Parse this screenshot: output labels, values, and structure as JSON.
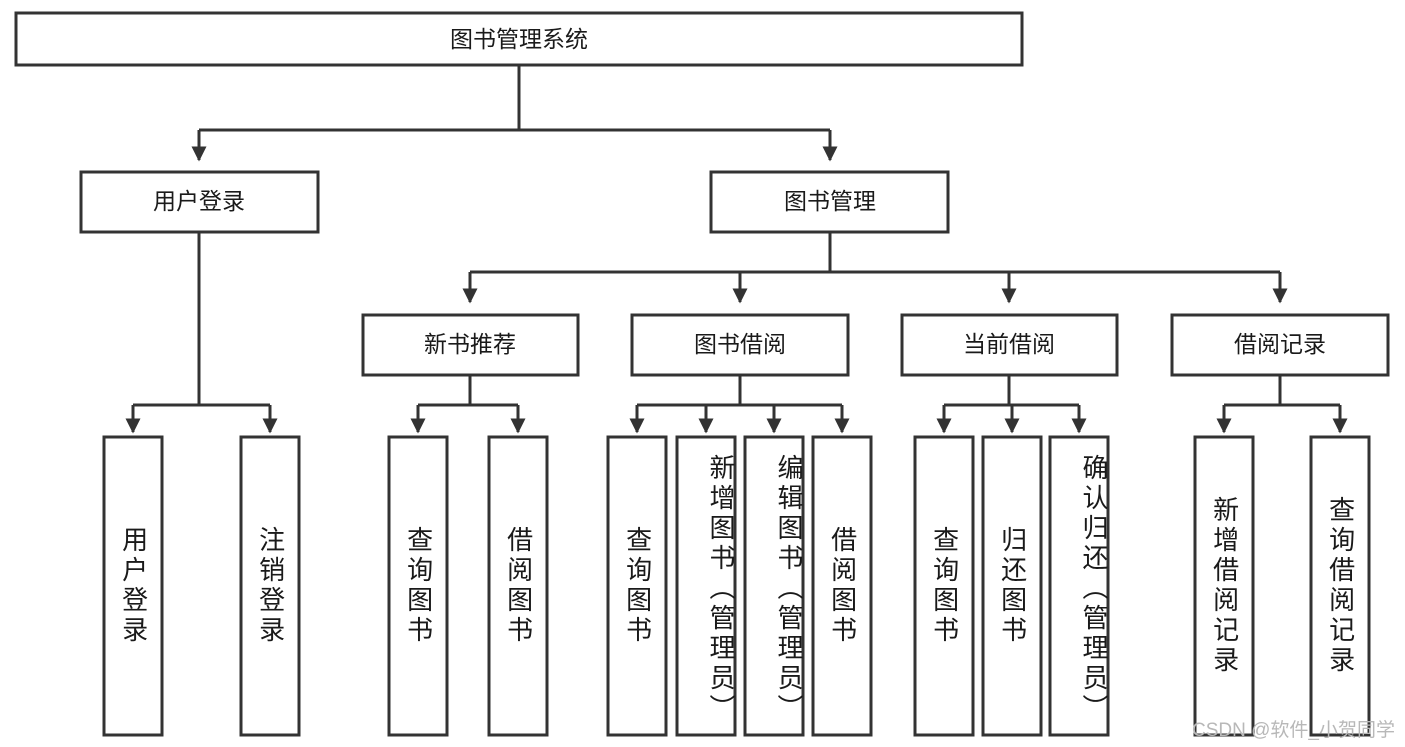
{
  "diagram": {
    "type": "tree-hierarchy",
    "title": "图书管理系统",
    "orientation": "top-down",
    "colors": {
      "box_fill": "#ffffff",
      "box_stroke": "#333333",
      "text": "#1a1a1a",
      "background": "#ffffff",
      "watermark": "#b8b8b8"
    },
    "levels": {
      "root": "图书管理系统",
      "level2": [
        "用户登录",
        "图书管理"
      ],
      "level3": [
        "新书推荐",
        "图书借阅",
        "当前借阅",
        "借阅记录"
      ]
    },
    "nodes": {
      "root": {
        "label": "图书管理系统"
      },
      "user_login": {
        "label": "用户登录"
      },
      "book_manage": {
        "label": "图书管理"
      },
      "new_book_rec": {
        "label": "新书推荐"
      },
      "book_borrow": {
        "label": "图书借阅"
      },
      "current_borrow": {
        "label": "当前借阅"
      },
      "borrow_record": {
        "label": "借阅记录"
      }
    },
    "leaves": {
      "user_login": [
        {
          "label": "用户登录"
        },
        {
          "label": "注销登录"
        }
      ],
      "new_book_rec": [
        {
          "label": "查询图书"
        },
        {
          "label": "借阅图书"
        }
      ],
      "book_borrow": [
        {
          "label": "查询图书"
        },
        {
          "label": "新增图书（管理员）"
        },
        {
          "label": "编辑图书（管理员）"
        },
        {
          "label": "借阅图书"
        }
      ],
      "current_borrow": [
        {
          "label": "查询图书"
        },
        {
          "label": "归还图书"
        },
        {
          "label": "确认归还（管理员）"
        }
      ],
      "borrow_record": [
        {
          "label": "新增借阅记录"
        },
        {
          "label": "查询借阅记录"
        }
      ]
    },
    "watermark": "CSDN @软件_小贺同学"
  }
}
